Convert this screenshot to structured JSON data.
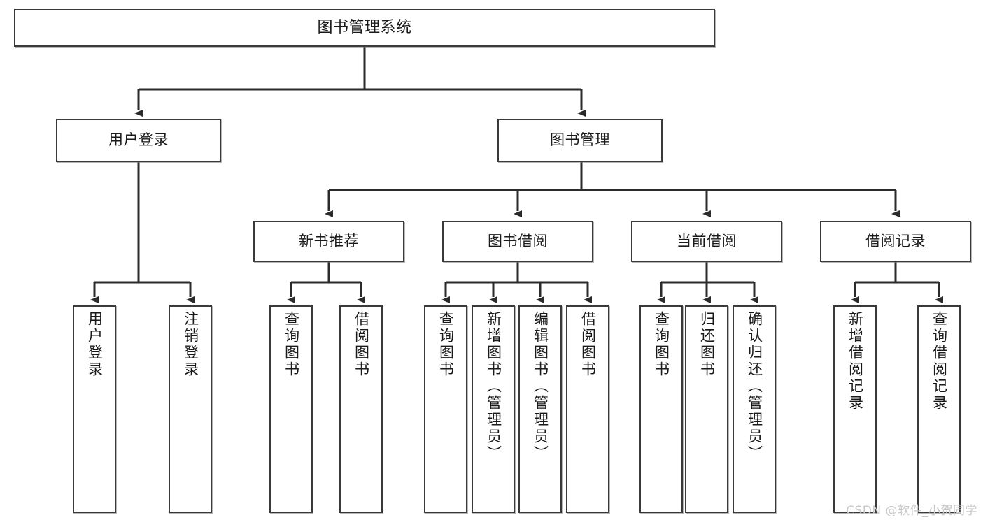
{
  "diagram": {
    "type": "tree",
    "title_node": "图书管理系统",
    "watermark": "CSDN @软件_小贺同学",
    "colors": {
      "box_border": "#3a3a3a",
      "box_fill": "#ffffff",
      "connector": "#2b2b2b",
      "text": "#1a1a1a",
      "watermark": "#c8c8c8",
      "background": "#ffffff"
    },
    "nodes": {
      "root": {
        "label": "图书管理系统"
      },
      "level2": [
        {
          "id": "user-login",
          "label": "用户登录"
        },
        {
          "id": "book-manage",
          "label": "图书管理"
        }
      ],
      "level3": [
        {
          "id": "new-book-recommend",
          "label": "新书推荐"
        },
        {
          "id": "book-borrow",
          "label": "图书借阅"
        },
        {
          "id": "current-borrow",
          "label": "当前借阅"
        },
        {
          "id": "borrow-record",
          "label": "借阅记录"
        }
      ],
      "leaves": {
        "user_login": [
          {
            "id": "leaf-user-login",
            "label": "用户登录"
          },
          {
            "id": "leaf-logout",
            "label": "注销登录"
          }
        ],
        "new_book_recommend": [
          {
            "id": "leaf-query-book-1",
            "label": "查询图书"
          },
          {
            "id": "leaf-borrow-book-1",
            "label": "借阅图书"
          }
        ],
        "book_borrow": [
          {
            "id": "leaf-query-book-2",
            "label": "查询图书"
          },
          {
            "id": "leaf-add-book",
            "label": "新增图书（管理员）"
          },
          {
            "id": "leaf-edit-book",
            "label": "编辑图书（管理员）"
          },
          {
            "id": "leaf-borrow-book-2",
            "label": "借阅图书"
          }
        ],
        "current_borrow": [
          {
            "id": "leaf-query-book-3",
            "label": "查询图书"
          },
          {
            "id": "leaf-return-book",
            "label": "归还图书"
          },
          {
            "id": "leaf-confirm-return",
            "label": "确认归还（管理员）"
          }
        ],
        "borrow_record": [
          {
            "id": "leaf-add-record",
            "label": "新增借阅记录"
          },
          {
            "id": "leaf-query-record",
            "label": "查询借阅记录"
          }
        ]
      }
    }
  }
}
